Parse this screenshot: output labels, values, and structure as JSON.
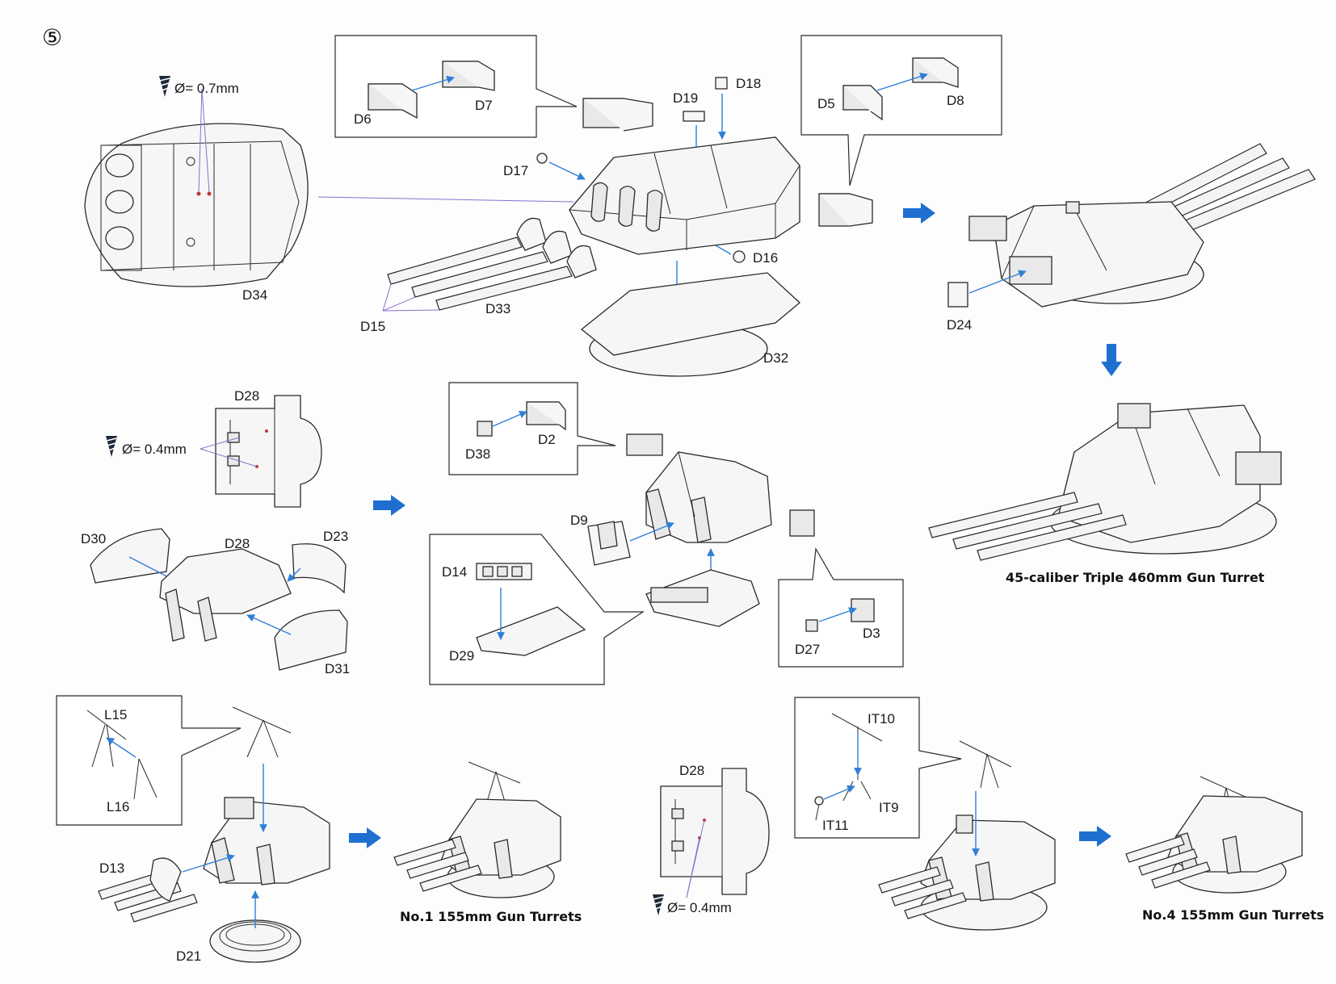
{
  "step_number": "⑤",
  "drill_notes": {
    "top": "Ø= 0.7mm",
    "middle": "Ø= 0.4mm",
    "bottom": "Ø= 0.4mm"
  },
  "parts": {
    "D2": "D2",
    "D3": "D3",
    "D5": "D5",
    "D6": "D6",
    "D7": "D7",
    "D8": "D8",
    "D9": "D9",
    "D13": "D13",
    "D14": "D14",
    "D15": "D15",
    "D16": "D16",
    "D17": "D17",
    "D18": "D18",
    "D19": "D19",
    "D21": "D21",
    "D23": "D23",
    "D24": "D24",
    "D27": "D27",
    "D28": "D28",
    "D29": "D29",
    "D30": "D30",
    "D31": "D31",
    "D32": "D32",
    "D33": "D33",
    "D34": "D34",
    "D38": "D38",
    "L15": "L15",
    "L16": "L16",
    "IT9": "IT9",
    "IT10": "IT10",
    "IT11": "IT11"
  },
  "captions": {
    "main_turret": "45-caliber Triple 460mm Gun Turret",
    "no1_turrets": "No.1 155mm Gun Turrets",
    "no4_turrets": "No.4 155mm Gun Turrets"
  },
  "colors": {
    "arrow_blue": "#1f6fd1",
    "leader_blue": "#2f7fd6",
    "drill_mark": "#c0392b",
    "line": "#2a2a2a"
  }
}
